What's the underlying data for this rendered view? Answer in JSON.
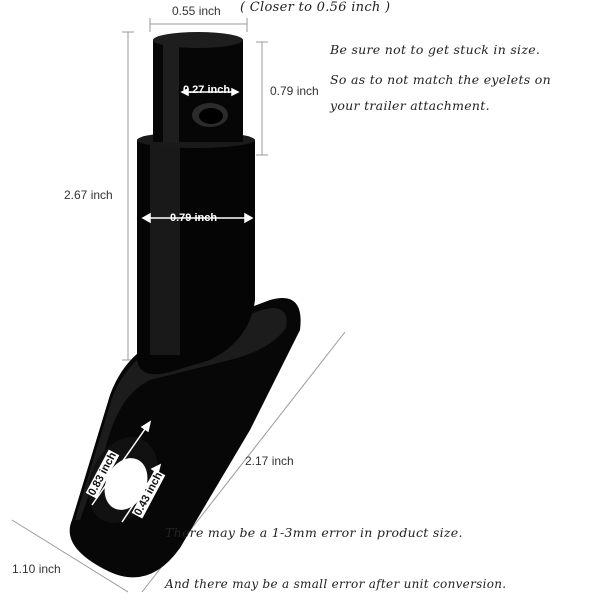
{
  "colors": {
    "part": "#0a0a0a",
    "highlight": "#3a3a3a",
    "dim_line": "#999999",
    "text": "#333333",
    "background": "#ffffff"
  },
  "dimensions": {
    "top_width": "0.55 inch",
    "top_width_note": "( Closer to 0.56 inch )",
    "pin_hole": "0.27 inch",
    "pin_height": "0.79 inch",
    "body_height": "2.67 inch",
    "body_width": "0.79 inch",
    "base_length": "2.17 inch",
    "base_width": "1.10 inch",
    "hole_outer": "0.83 inch",
    "hole_inner": "0.43 inch"
  },
  "notes_top": {
    "line1": "Be sure not to get stuck in size.",
    "line2": "So as to not match the eyelets on",
    "line3": "your trailer attachment."
  },
  "notes_bottom": {
    "line1": "There may be a 1-3mm error in product size.",
    "line2": "And there may be a small error after unit conversion."
  }
}
